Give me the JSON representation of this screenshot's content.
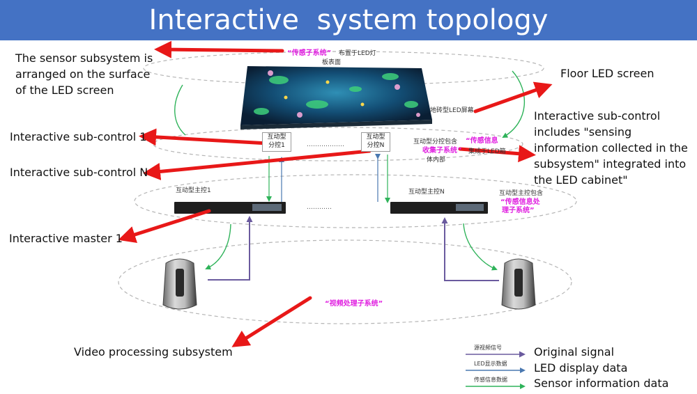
{
  "title": "Interactive  system topology",
  "labels": {
    "sensor_subsystem": "The sensor subsystem is arranged on the surface of the LED screen",
    "floor_led": "Floor LED screen",
    "sub_control_includes": "Interactive sub-control includes \"sensing information collected in the subsystem\" integrated into the LED cabinet\"",
    "sub_control_1": "Interactive sub-control 1",
    "sub_control_n": "Interactive sub-control N",
    "master_1": "Interactive master  1",
    "video_processing": "Video processing subsystem"
  },
  "chinese": {
    "sensor_quote": "“传感子系统”",
    "sensor_arranged_a": "布置于LED灯",
    "sensor_arranged_b": "板表面",
    "floor_tile": "地砖型LED屏幕",
    "sub_ctrl_1_a": "互动型",
    "sub_ctrl_1_b": "分控1",
    "sub_ctrl_n_a": "互动型",
    "sub_ctrl_n_b": "分控N",
    "sub_ctrl_includes": "互动型分控包含",
    "sensing_collect_a": "“传感信息",
    "sensing_collect_b": "收集子系统”",
    "integrated_a": "集成于LED箱",
    "integrated_b": "体内部",
    "master_1": "互动型主控1",
    "master_n": "互动型主控N",
    "master_includes": "互动型主控包含",
    "sensing_proc_a": "“传感信息处",
    "sensing_proc_b": "理子系统”",
    "video_proc": "“视频处理子系统”",
    "dots_1": "………………",
    "dots_2": "…………"
  },
  "legend": [
    {
      "cn": "源视频信号",
      "label": "Original signal",
      "color": "#6a5a9e"
    },
    {
      "cn": "LED显示数据",
      "label": "LED display data",
      "color": "#4a78b0"
    },
    {
      "cn": "传感信息数据",
      "label": "Sensor information data",
      "color": "#2fb35a"
    }
  ],
  "colors": {
    "title_bg": "#4472c4",
    "annotation_arrow": "#e81818",
    "original_signal": "#6a5a9e",
    "led_data": "#4a78b0",
    "sensor_data": "#2fb35a",
    "highlight_text": "#e020e0"
  },
  "icons": [
    "led-floor-screen-image",
    "master-controller-device",
    "pc-tower"
  ]
}
